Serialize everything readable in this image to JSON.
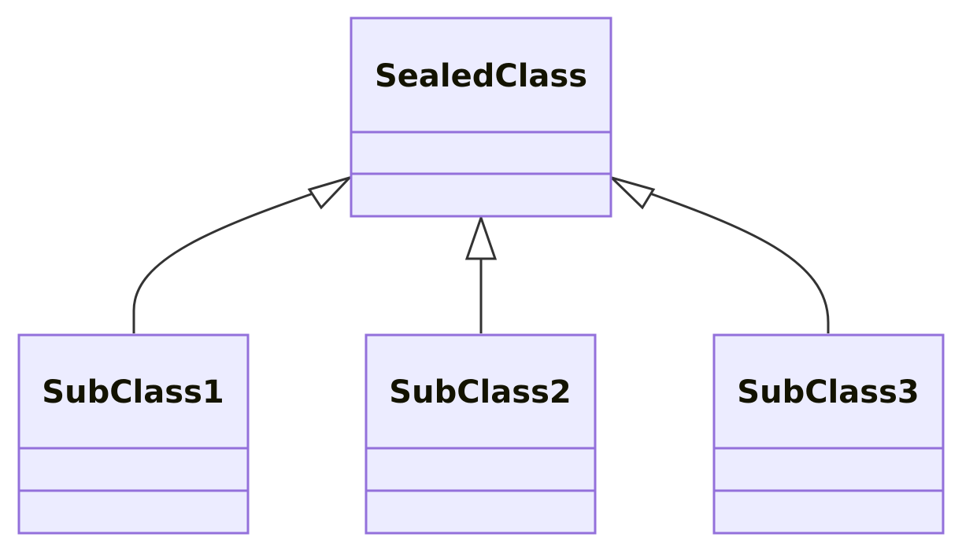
{
  "diagram": {
    "type": "class-diagram",
    "classes": [
      {
        "id": "sealed",
        "name": "SealedClass",
        "attributes": [],
        "methods": []
      },
      {
        "id": "sub1",
        "name": "SubClass1",
        "attributes": [],
        "methods": []
      },
      {
        "id": "sub2",
        "name": "SubClass2",
        "attributes": [],
        "methods": []
      },
      {
        "id": "sub3",
        "name": "SubClass3",
        "attributes": [],
        "methods": []
      }
    ],
    "relations": [
      {
        "from": "SubClass1",
        "to": "SealedClass",
        "type": "inheritance"
      },
      {
        "from": "SubClass2",
        "to": "SealedClass",
        "type": "inheritance"
      },
      {
        "from": "SubClass3",
        "to": "SealedClass",
        "type": "inheritance"
      }
    ]
  },
  "colors": {
    "box_fill": "#ECECFF",
    "box_stroke": "#9370DB",
    "edge": "#333333",
    "text": "#131300"
  }
}
